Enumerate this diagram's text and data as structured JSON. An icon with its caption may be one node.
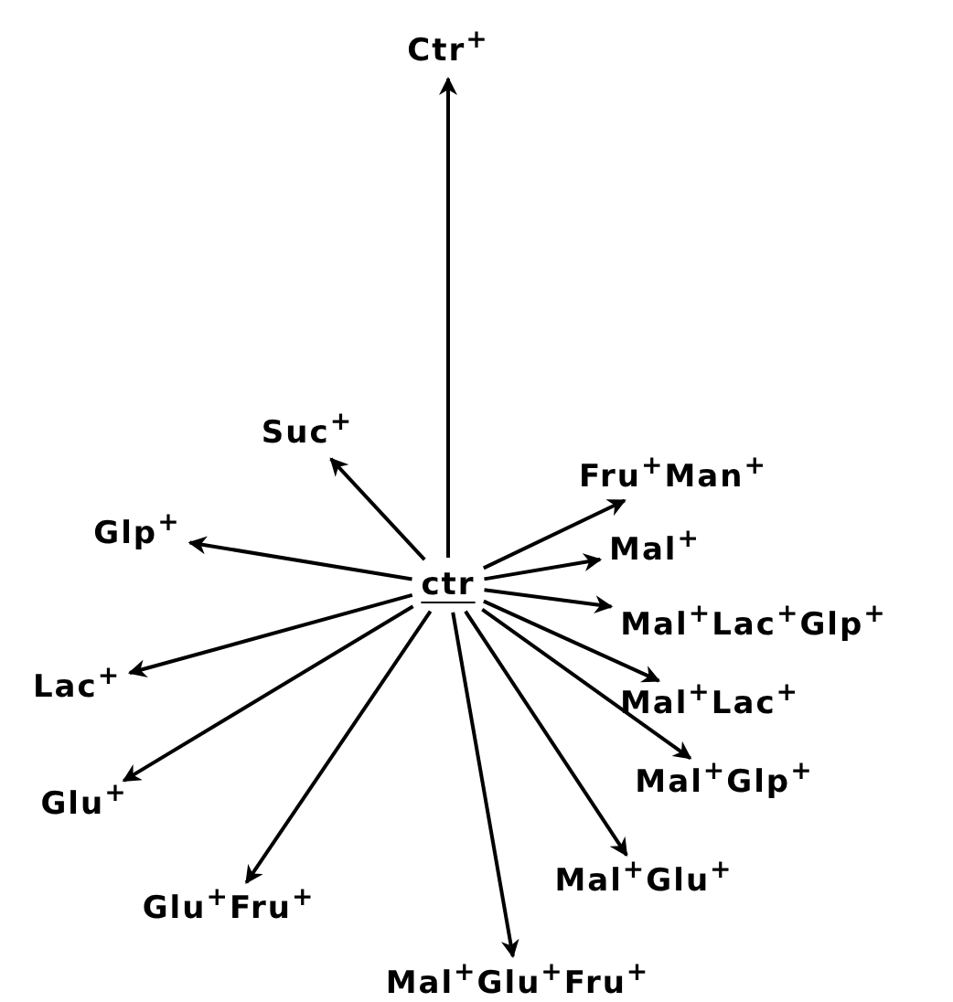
{
  "diagram": {
    "nodes": [
      {
        "text": [
          "ctr"
        ]
      },
      {
        "text": [
          "Ctr$^{+}$"
        ]
      },
      {
        "text": [
          "Suc$^{+}$"
        ]
      },
      {
        "text": [
          "Glp$^{+}$"
        ]
      },
      {
        "text": [
          "Lac$^{+}$"
        ]
      },
      {
        "text": [
          "Glu$^{+}$"
        ]
      },
      {
        "text": [
          "Glu$^{+}$Fru$^{+}$"
        ]
      },
      {
        "text": [
          "Mal$^{+}$Glu$^{+}$Fru$^{+}$"
        ]
      },
      {
        "text": [
          "Fru$^{+}$Man$^{+}$"
        ]
      },
      {
        "text": [
          "Mal$^{+}$"
        ]
      },
      {
        "text": [
          "Mal$^{+}$Lac$^{+}$Glp$^{+}$"
        ]
      },
      {
        "text": [
          "Mal$^{+}$Lac$^{+}$"
        ]
      },
      {
        "text": [
          "Mal$^{+}$Glp$^{+}$"
        ]
      },
      {
        "text": [
          "Mal$^{+}$Glu$^{+}$"
        ]
      }
    ],
    "edges": [
      {
        "from": 0,
        "to": 1,
        "arrow": "to"
      },
      {
        "from": 0,
        "to": 2,
        "arrow": "to"
      },
      {
        "from": 0,
        "to": 3,
        "arrow": "to"
      },
      {
        "from": 0,
        "to": 4,
        "arrow": "to"
      },
      {
        "from": 0,
        "to": 5,
        "arrow": "to"
      },
      {
        "from": 0,
        "to": 6,
        "arrow": "to"
      },
      {
        "from": 0,
        "to": 7,
        "arrow": "to"
      },
      {
        "from": 0,
        "to": 8,
        "arrow": "to"
      },
      {
        "from": 0,
        "to": 9,
        "arrow": "to"
      },
      {
        "from": 0,
        "to": 10,
        "arrow": "to"
      },
      {
        "from": 0,
        "to": 11,
        "arrow": "to"
      },
      {
        "from": 0,
        "to": 12,
        "arrow": "to"
      },
      {
        "from": 0,
        "to": 13,
        "arrow": "to"
      }
    ]
  }
}
